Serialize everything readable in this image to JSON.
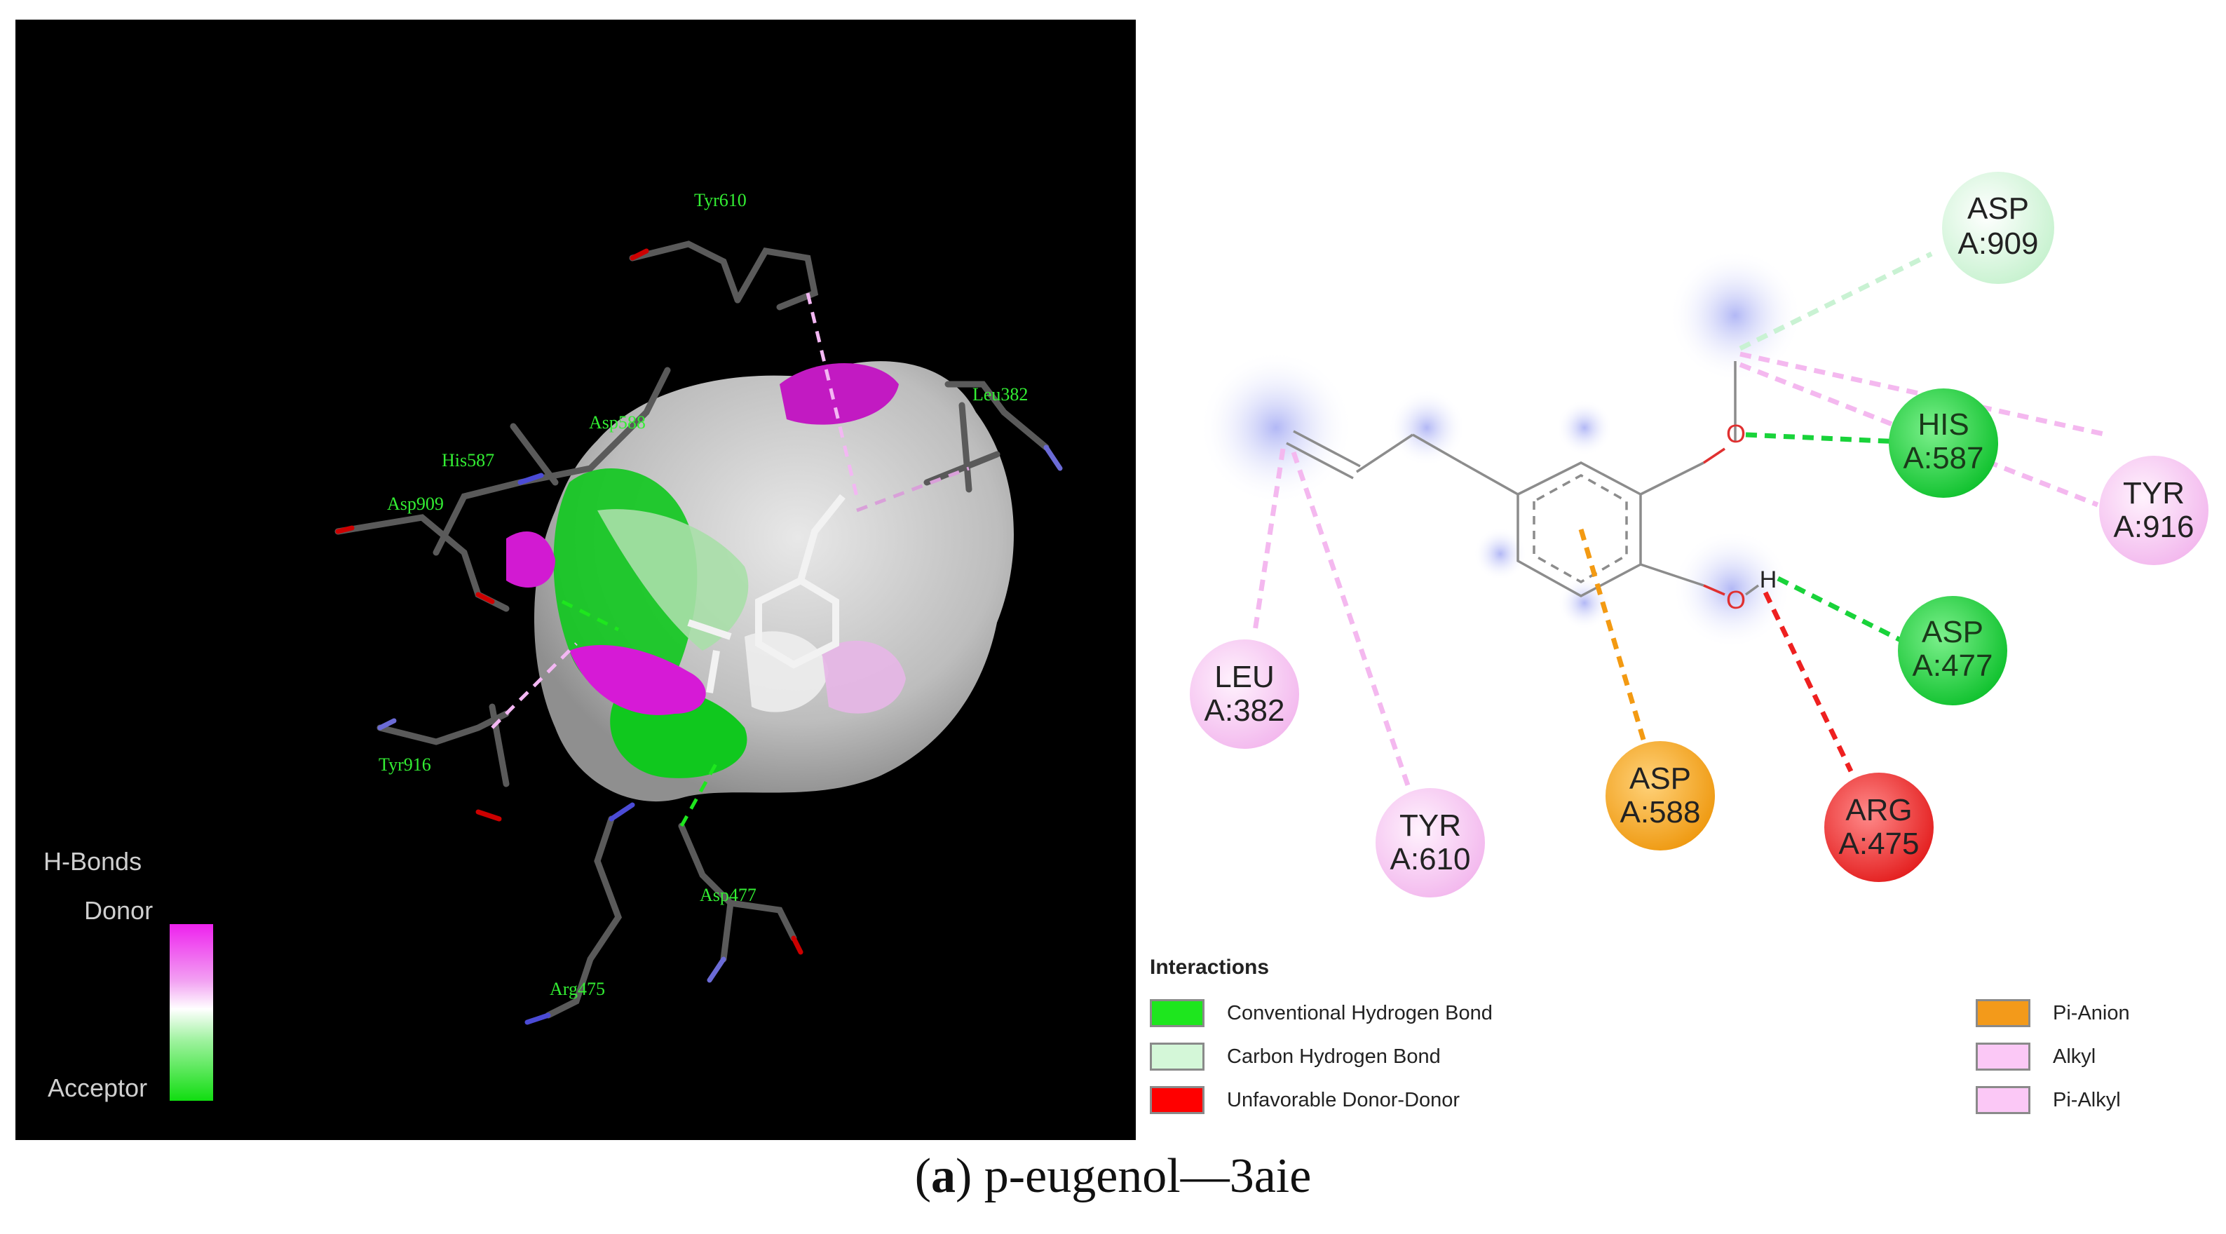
{
  "caption": {
    "prefix": "(",
    "letter": "a",
    "suffix": ") p-eugenol—3aie"
  },
  "view3d": {
    "residue_labels": [
      "Tyr610",
      "Leu382",
      "Asp588",
      "His587",
      "Asp909",
      "Tyr916",
      "Asp477",
      "Arg475"
    ],
    "legend": {
      "title": "H-Bonds",
      "top_label": "Donor",
      "bottom_label": "Acceptor"
    }
  },
  "diagram": {
    "residues": [
      {
        "name": "ASP",
        "id": "A:909",
        "color": "#d6f7df"
      },
      {
        "name": "HIS",
        "id": "A:587",
        "color": "#19d33a"
      },
      {
        "name": "TYR",
        "id": "A:916",
        "color": "#f9c9f4"
      },
      {
        "name": "ASP",
        "id": "A:477",
        "color": "#19d33a"
      },
      {
        "name": "LEU",
        "id": "A:382",
        "color": "#f9c9f4"
      },
      {
        "name": "TYR",
        "id": "A:610",
        "color": "#f9c9f4"
      },
      {
        "name": "ASP",
        "id": "A:588",
        "color": "#f3a21a"
      },
      {
        "name": "ARG",
        "id": "A:475",
        "color": "#ee2b2b"
      }
    ],
    "atoms": {
      "o1": "O",
      "o2": "O",
      "h": "H"
    }
  },
  "interactions": {
    "title": "Interactions",
    "items": [
      {
        "label": "Conventional Hydrogen Bond",
        "color": "#1ee61e"
      },
      {
        "label": "Carbon Hydrogen Bond",
        "color": "#d4f7d8"
      },
      {
        "label": "Unfavorable Donor-Donor",
        "color": "#ff0000"
      },
      {
        "label": "Pi-Anion",
        "color": "#f39a1a"
      },
      {
        "label": "Alkyl",
        "color": "#fbc8f6"
      },
      {
        "label": "Pi-Alkyl",
        "color": "#fbc8f6"
      }
    ]
  }
}
